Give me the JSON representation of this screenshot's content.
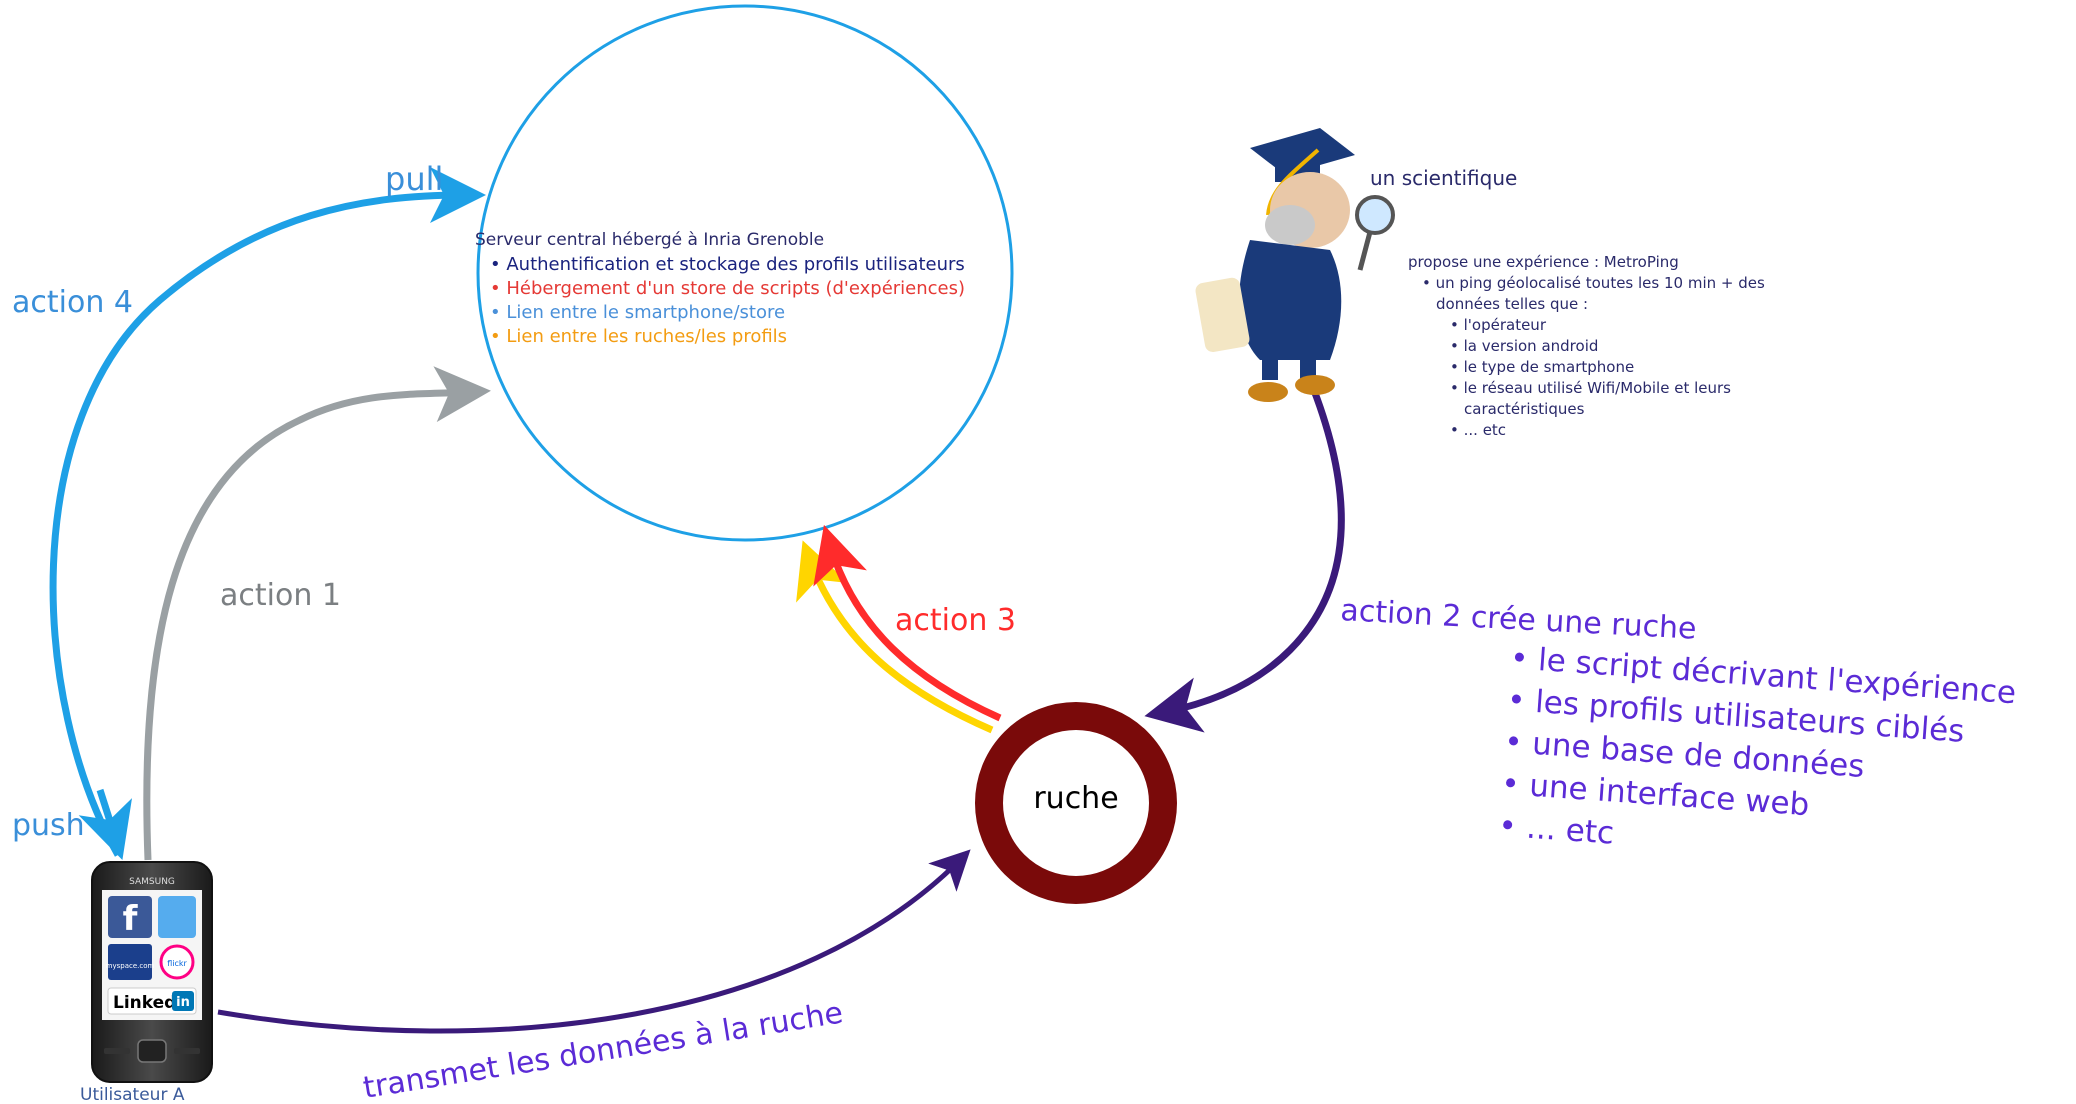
{
  "server": {
    "title": "Serveur central hébergé à Inria Grenoble",
    "items": [
      {
        "text": "Authentification et stockage des profils utilisateurs",
        "color": "#1a237e"
      },
      {
        "text": "Hébergement d'un store de scripts (d'expériences)",
        "color": "#e53935"
      },
      {
        "text": "Lien entre le smartphone/store",
        "color": "#4a90d9"
      },
      {
        "text": "Lien entre les ruches/les profils",
        "color": "#f39c12"
      }
    ]
  },
  "labels": {
    "pull": "pull",
    "push": "push",
    "action1": "action 1",
    "action3": "action 3",
    "action4": "action 4",
    "action2": "action 2 crée une ruche",
    "transmet": "transmet les données à la ruche",
    "user": "Utilisateur A",
    "ruche": "ruche",
    "scientist": "un scientifique"
  },
  "experiment": {
    "title": "propose une expérience : MetroPing",
    "line1": "un ping géolocalisé toutes les 10 min + des",
    "line1b": "données telles que :",
    "items": [
      "l'opérateur",
      "la version android",
      "le type de smartphone",
      "le réseau utilisé Wifi/Mobile et leurs",
      "caractéristiques",
      "... etc"
    ]
  },
  "ruche_items": [
    "le script décrivant l'expérience",
    "les profils utilisateurs ciblés",
    "une base de données",
    "une interface web",
    "... etc"
  ],
  "phone": {
    "brand": "SAMSUNG",
    "apps": [
      "f",
      "myspace.com",
      "flickr",
      "Linked",
      "in"
    ]
  },
  "colors": {
    "blue": "#1ea0e6",
    "gray": "#9aa0a3",
    "red": "#ff2b2b",
    "yellow": "#ffd500",
    "purple": "#3a1a7a",
    "ruche": "#7a0a0a",
    "text_purple": "#5b2bd6",
    "text_blue": "#3a8fd9",
    "text_gray": "#7b7f82",
    "text_red": "#ff2b2b"
  }
}
